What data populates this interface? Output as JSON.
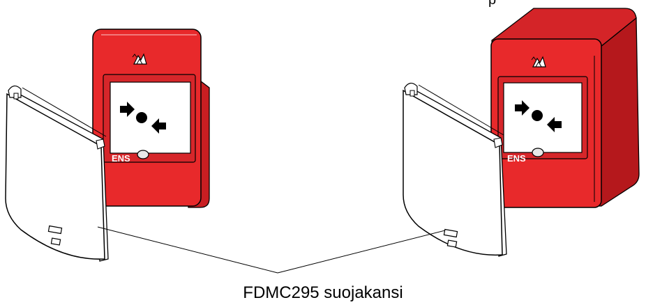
{
  "caption": "FDMC295 suojakansi",
  "top_fragment": "p",
  "brand_fragment": "ENS",
  "colors": {
    "housing_red": "#e8292b",
    "housing_dark": "#c81e22",
    "housing_side": "#b5181c",
    "outline": "#000000",
    "cover_fill": "#ffffff"
  },
  "icons": [
    "fire-hand-icon",
    "arrow-right-icon",
    "press-dot-icon",
    "arrow-left-icon",
    "led-indicator-icon"
  ]
}
